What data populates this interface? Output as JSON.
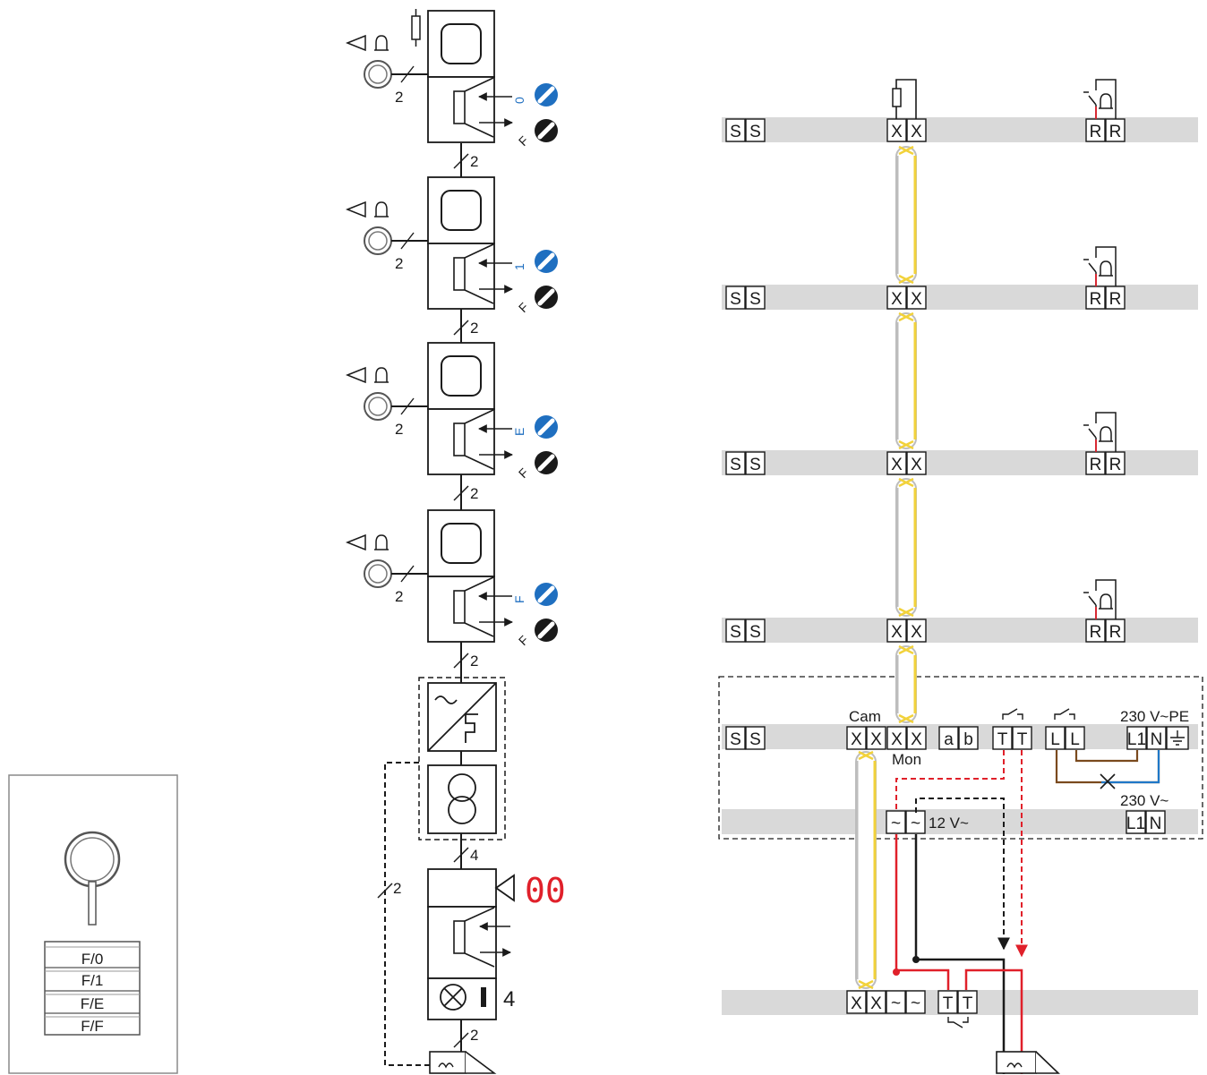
{
  "left_panel": {
    "labels": [
      "F/0",
      "F/1",
      "F/E",
      "F/F"
    ]
  },
  "schematic": {
    "bus_wires": "2",
    "power_wires": "4",
    "lamp_count": "4",
    "display": "00",
    "stations": [
      {
        "code": "0",
        "fixed": "F"
      },
      {
        "code": "1",
        "fixed": "F"
      },
      {
        "code": "E",
        "fixed": "F"
      },
      {
        "code": "F",
        "fixed": "F"
      }
    ]
  },
  "wiring": {
    "S": "S",
    "X": "X",
    "R": "R",
    "a": "a",
    "b": "b",
    "T": "T",
    "L": "L",
    "L1": "L1",
    "N": "N",
    "tilde": "~",
    "cam": "Cam",
    "mon": "Mon",
    "v230pe": "230 V~PE",
    "v230": "230 V~",
    "v12": "12 V~"
  },
  "colors": {
    "rail": "#d9d9d9",
    "cable_yellow": "#f2d23a",
    "cable_grey": "#bdbdbd",
    "wire_red": "#e0202a",
    "wire_blue": "#1f78c8",
    "wire_brown": "#7a4a1e",
    "code_blue": "#1f6fc0",
    "display_red": "#e0202a"
  }
}
